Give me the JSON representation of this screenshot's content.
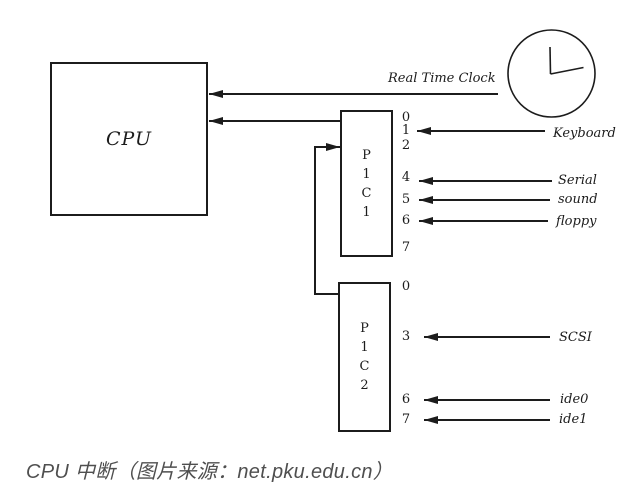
{
  "colors": {
    "line": "#1c1c1c",
    "caption_text": "#4f4f4f",
    "background": "#ffffff"
  },
  "diagram": {
    "cpu": {
      "label": "CPU"
    },
    "rtc": {
      "label": "Real Time Clock",
      "icon": "clock-icon"
    },
    "pic1": {
      "stacked_label": "P\n1\nC\n1",
      "pins": [
        "0",
        "1",
        "2",
        "4",
        "5",
        "6",
        "7"
      ]
    },
    "pic2": {
      "stacked_label": "P\n1\nC\n2",
      "pins": [
        "0",
        "3",
        "6",
        "7"
      ]
    },
    "devices": [
      "Keyboard",
      "Serial",
      "sound",
      "floppy",
      "SCSI",
      "ide0",
      "ide1"
    ]
  },
  "caption": "CPU 中断（图片来源：net.pku.edu.cn）"
}
